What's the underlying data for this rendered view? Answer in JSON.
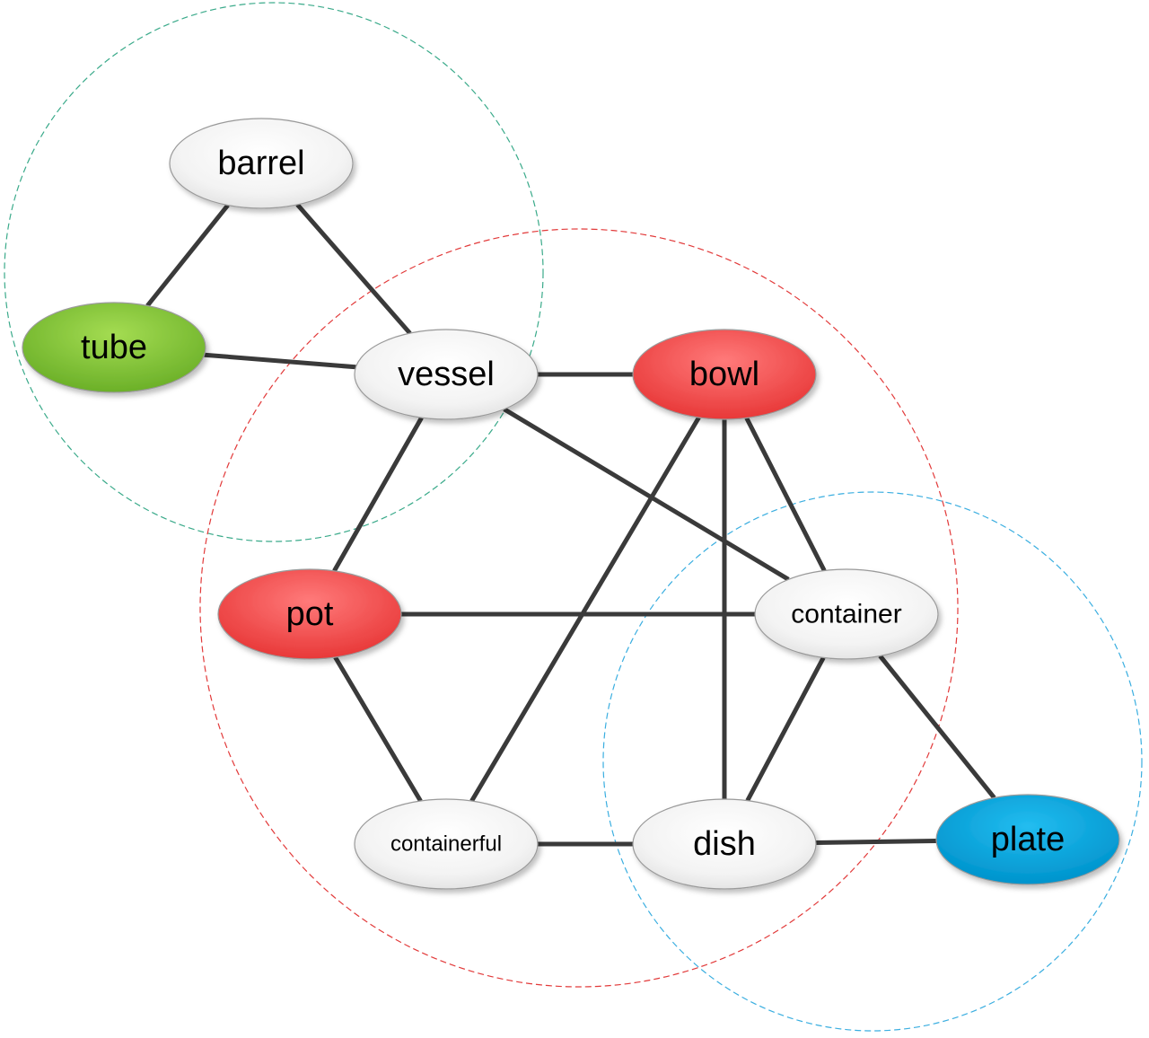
{
  "nodes": [
    {
      "id": "barrel",
      "label": "barrel",
      "fill": "white"
    },
    {
      "id": "tube",
      "label": "tube",
      "fill": "green"
    },
    {
      "id": "vessel",
      "label": "vessel",
      "fill": "white"
    },
    {
      "id": "bowl",
      "label": "bowl",
      "fill": "red"
    },
    {
      "id": "pot",
      "label": "pot",
      "fill": "red"
    },
    {
      "id": "container",
      "label": "container",
      "fill": "white"
    },
    {
      "id": "containerful",
      "label": "containerful",
      "fill": "white"
    },
    {
      "id": "dish",
      "label": "dish",
      "fill": "white"
    },
    {
      "id": "plate",
      "label": "plate",
      "fill": "blue"
    }
  ],
  "edges": [
    [
      "barrel",
      "tube"
    ],
    [
      "barrel",
      "vessel"
    ],
    [
      "tube",
      "vessel"
    ],
    [
      "vessel",
      "bowl"
    ],
    [
      "vessel",
      "pot"
    ],
    [
      "vessel",
      "container"
    ],
    [
      "bowl",
      "containerful"
    ],
    [
      "bowl",
      "dish"
    ],
    [
      "bowl",
      "container"
    ],
    [
      "pot",
      "container"
    ],
    [
      "pot",
      "containerful"
    ],
    [
      "container",
      "dish"
    ],
    [
      "container",
      "plate"
    ],
    [
      "containerful",
      "dish"
    ],
    [
      "dish",
      "plate"
    ]
  ],
  "clusters": [
    {
      "id": "cluster-green",
      "color": "#3aaa8a"
    },
    {
      "id": "cluster-red",
      "color": "#e23a3a"
    },
    {
      "id": "cluster-blue",
      "color": "#3aaee0"
    }
  ],
  "colors": {
    "edge": "#3a3a3a",
    "node_white": "#f2f2f2",
    "node_green": "#7cc030",
    "node_red": "#f04848",
    "node_blue": "#00a3e0"
  }
}
